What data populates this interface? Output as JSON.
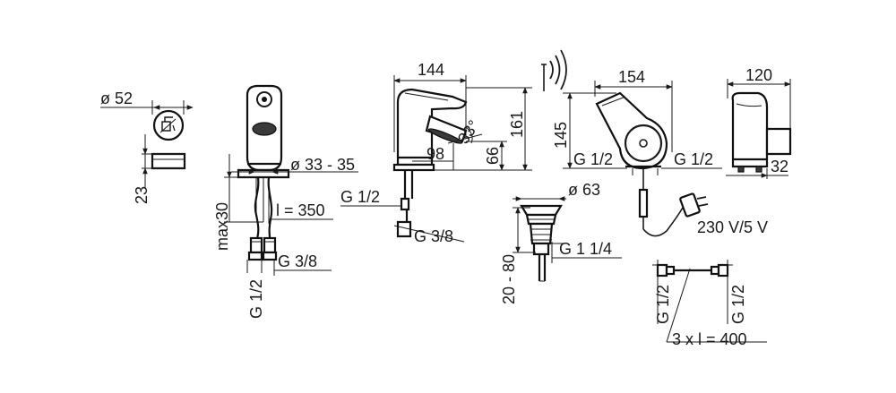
{
  "drawing": {
    "line_color": "#1a1a1a",
    "background": "#ffffff",
    "labels": {
      "d52": "ø 52",
      "h23": "23",
      "d33_35": "ø 33 - 35",
      "max30": "max30",
      "l350": "l = 350",
      "g38_left": "G 3/8",
      "g12_left": "G 1/2",
      "w144": "144",
      "h161": "161",
      "angle33": "33°",
      "d98": "98",
      "h66": "66",
      "g12_mid": "G 1/2",
      "g38_mid": "G 3/8",
      "d63": "ø 63",
      "h20_80": "20 - 80",
      "g114": "G 1 1/4",
      "w154": "154",
      "h145": "145",
      "g12_r1": "G 1/2",
      "g12_r2": "G 1/2",
      "w120": "120",
      "h32": "32",
      "power": "230 V/5 V",
      "g12_h1": "G 1/2",
      "g12_h2": "G 1/2",
      "hoses": "3 x  l = 400"
    },
    "icons": [
      "wireless-signal-icon",
      "faucet-sensor-icon",
      "power-plug-icon"
    ]
  }
}
